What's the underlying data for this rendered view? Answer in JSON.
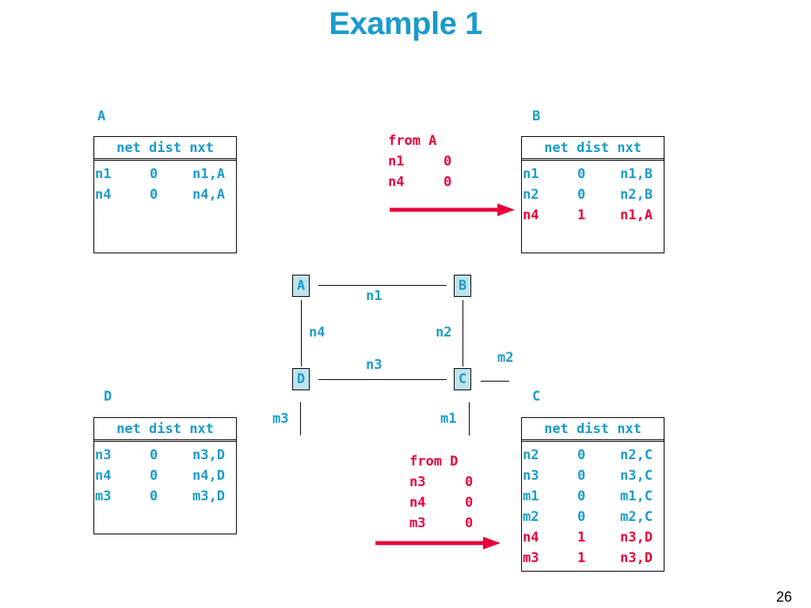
{
  "slide": {
    "title": "Example 1",
    "page_number": "26"
  },
  "tables": {
    "a": {
      "router": "A",
      "header": "net dist nxt",
      "rows": [
        {
          "net": "n1",
          "dist": "0",
          "nxt": "n1,A",
          "color": "#1a9bcd"
        },
        {
          "net": "n4",
          "dist": "0",
          "nxt": "n4,A",
          "color": "#1a9bcd"
        }
      ]
    },
    "b": {
      "router": "B",
      "header": "net dist nxt",
      "rows": [
        {
          "net": "n1",
          "dist": "0",
          "nxt": "n1,B",
          "color": "#1a9bcd"
        },
        {
          "net": "n2",
          "dist": "0",
          "nxt": "n2,B",
          "color": "#1a9bcd"
        },
        {
          "net": "n4",
          "dist": "1",
          "nxt": "n1,A",
          "color": "#e8003b"
        }
      ]
    },
    "d": {
      "router": "D",
      "header": "net dist nxt",
      "rows": [
        {
          "net": "n3",
          "dist": "0",
          "nxt": "n3,D",
          "color": "#1a9bcd"
        },
        {
          "net": "n4",
          "dist": "0",
          "nxt": "n4,D",
          "color": "#1a9bcd"
        },
        {
          "net": "m3",
          "dist": "0",
          "nxt": "m3,D",
          "color": "#1a9bcd"
        }
      ]
    },
    "c": {
      "router": "C",
      "header": "net dist nxt",
      "rows": [
        {
          "net": "n2",
          "dist": "0",
          "nxt": "n2,C",
          "color": "#1a9bcd"
        },
        {
          "net": "n3",
          "dist": "0",
          "nxt": "n3,C",
          "color": "#1a9bcd"
        },
        {
          "net": "m1",
          "dist": "0",
          "nxt": "m1,C",
          "color": "#1a9bcd"
        },
        {
          "net": "m2",
          "dist": "0",
          "nxt": "m2,C",
          "color": "#1a9bcd"
        },
        {
          "net": "n4",
          "dist": "1",
          "nxt": "n3,D",
          "color": "#e8003b"
        },
        {
          "net": "m3",
          "dist": "1",
          "nxt": "n3,D",
          "color": "#e8003b"
        }
      ]
    }
  },
  "messages": {
    "from_a": {
      "title": "from A",
      "rows": [
        {
          "net": "n1",
          "dist": "0"
        },
        {
          "net": "n4",
          "dist": "0"
        }
      ]
    },
    "from_d": {
      "title": "from D",
      "rows": [
        {
          "net": "n3",
          "dist": "0"
        },
        {
          "net": "n4",
          "dist": "0"
        },
        {
          "net": "m3",
          "dist": "0"
        }
      ]
    }
  },
  "topology": {
    "nodes": {
      "a": "A",
      "b": "B",
      "c": "C",
      "d": "D"
    },
    "links": {
      "n1": "n1",
      "n2": "n2",
      "n3": "n3",
      "n4": "n4",
      "m1": "m1",
      "m2": "m2",
      "m3": "m3"
    }
  },
  "colors": {
    "label_blue": "#1a9bcd",
    "update_red": "#e8003b",
    "node_fill": "#bfe3ea"
  }
}
